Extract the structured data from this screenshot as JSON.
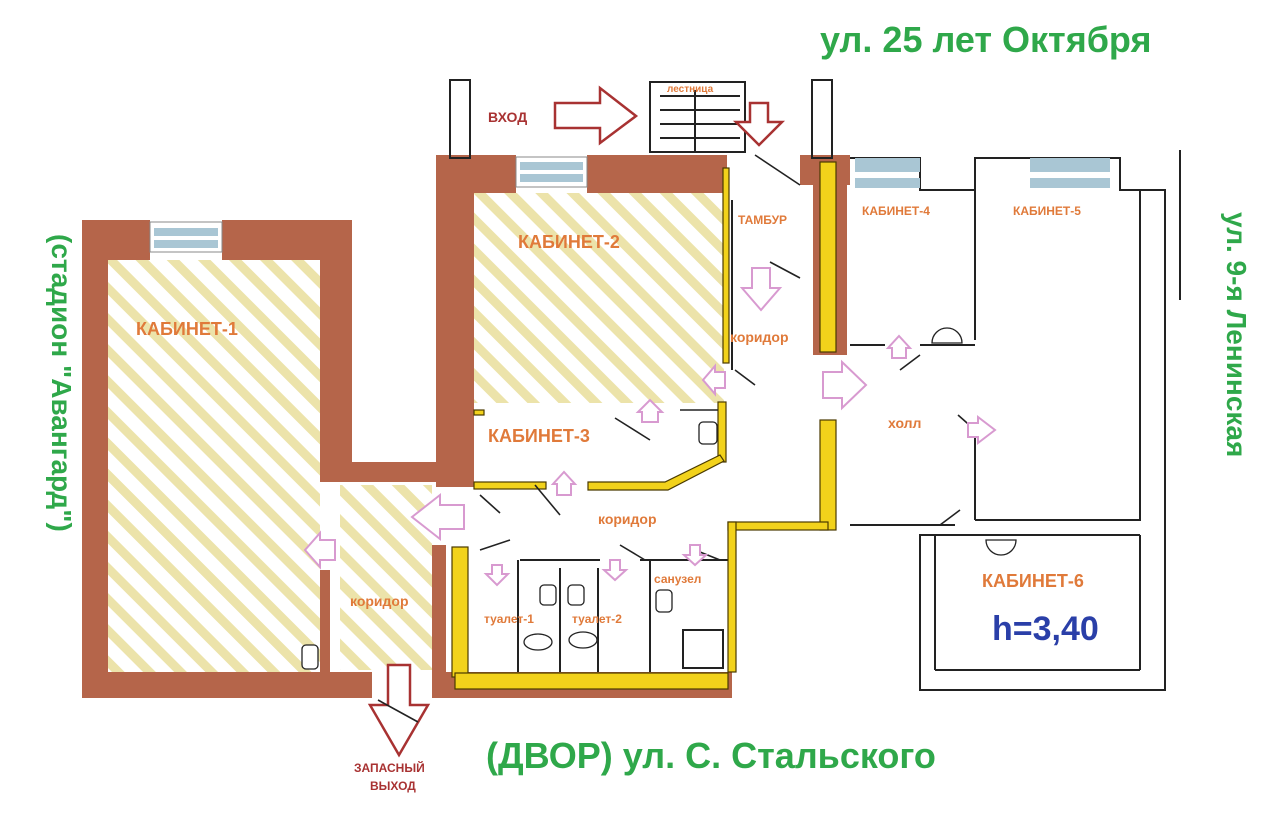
{
  "streets": {
    "top": "ул. 25 лет Октября",
    "right": "ул. 9-я Ленинская",
    "left": "(стадион \"Авангард\")",
    "bottom": "(ДВОР) ул. С. Стальского"
  },
  "rooms": {
    "k1": "КАБИНЕТ-1",
    "k2": "КАБИНЕТ-2",
    "k3": "КАБИНЕТ-3",
    "k4": "КАБИНЕТ-4",
    "k5": "КАБИНЕТ-5",
    "k6": "КАБИНЕТ-6",
    "tambur": "ТАМБУР",
    "corridor_top": "коридор",
    "corridor_mid": "коридор",
    "corridor_left": "коридор",
    "hall": "холл",
    "toilet1": "туалет-1",
    "toilet2": "туалет-2",
    "sanuzel": "санузел",
    "stairs": "лестница"
  },
  "entrance": "ВХОД",
  "emergency_exit": [
    "ЗАПАСНЫЙ",
    "ВЫХОД"
  ],
  "ceiling_height": "h=3,40",
  "colors": {
    "wall": "#b5654a",
    "hatch": "#e8dc9e",
    "yellow": "#f2d21b",
    "room_label": "#e07a3a",
    "arrow_red": "#a83232",
    "arrow_pink": "#d89ad0",
    "street": "#2fa84a",
    "height": "#2a3fa8"
  }
}
